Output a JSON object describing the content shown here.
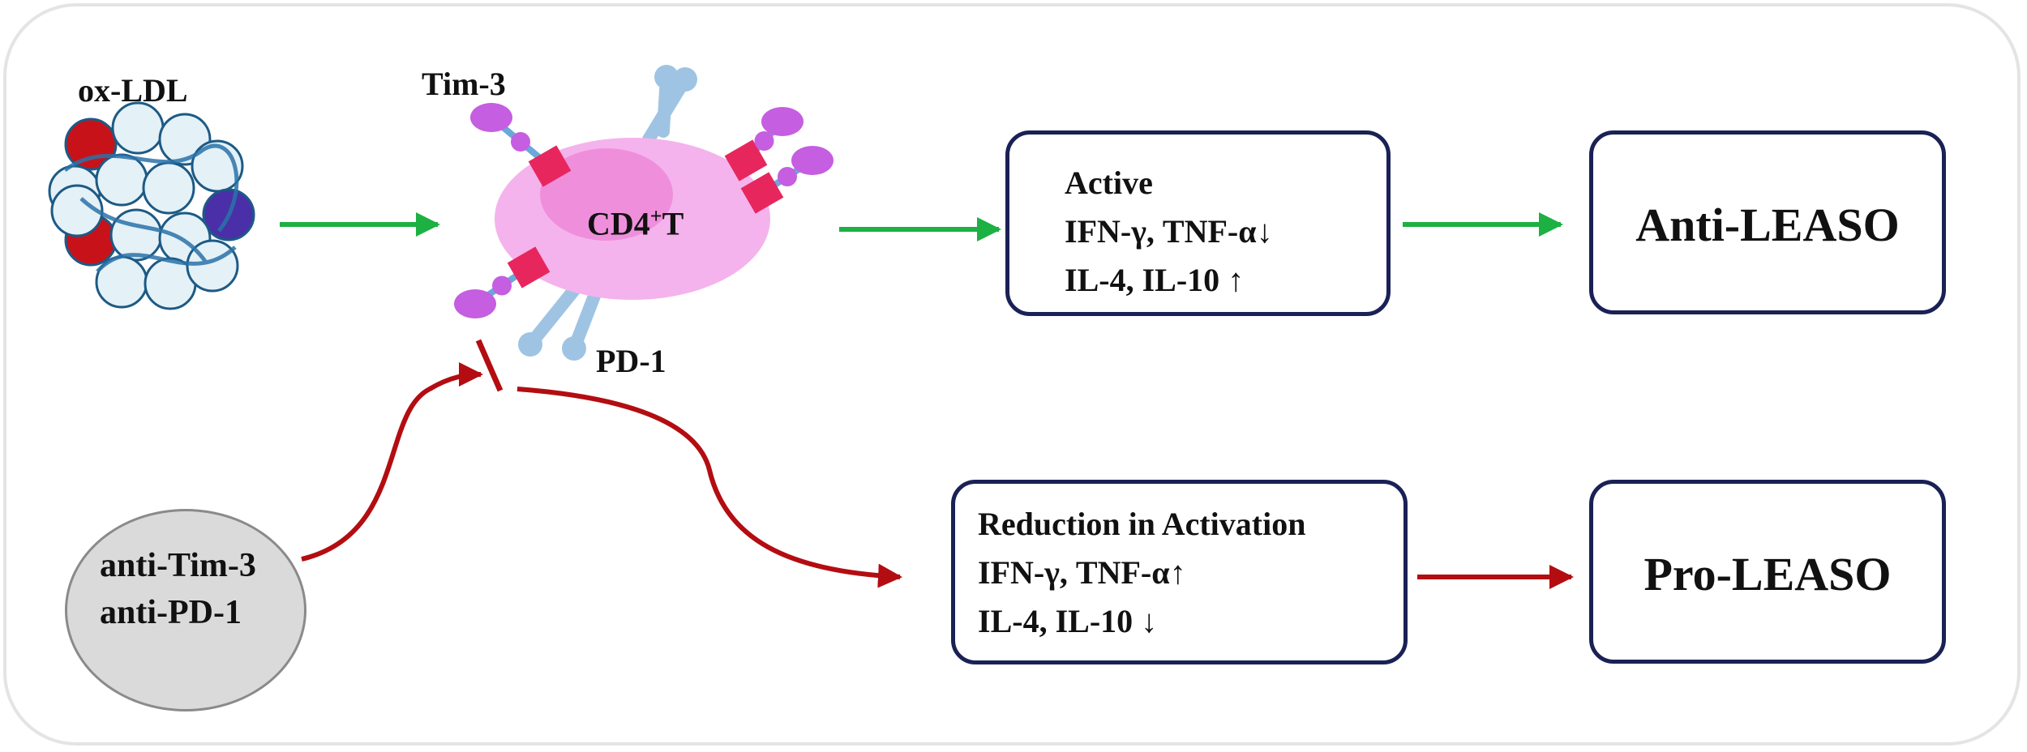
{
  "diagram": {
    "antigen_label": "ox-LDL",
    "cell_label_main": "CD4",
    "cell_label_sup": "+",
    "cell_label_end": "T",
    "receptor_tim3_label": "Tim-3",
    "receptor_pd1_label": "PD-1",
    "inhibitors": [
      "anti-Tim-3",
      "anti-PD-1"
    ],
    "active_box": {
      "lines": [
        "Active",
        "IFN-γ, TNF-α↓",
        "IL-4, IL-10 ↑"
      ]
    },
    "reduced_box": {
      "lines": [
        "Reduction in Activation",
        "IFN-γ, TNF-α↑",
        "IL-4, IL-10 ↓"
      ]
    },
    "outcome_anti": "Anti-LEASO",
    "outcome_pro": "Pro-LEASO"
  },
  "colors": {
    "green_arrow": "#1db043",
    "red_arrow": "#b30d12",
    "box_border": "#1a2155",
    "cell_fill": "#f4b3ec",
    "nucleus_fill": "#ef8fdc",
    "tim3_color": "#c55ee0",
    "tim3_anchor": "#e8265e",
    "pd1_color": "#9fc4e3",
    "particle_red": "#c8121a",
    "particle_purple": "#4a2fa8",
    "particle_fill": "#e4f1f7"
  }
}
